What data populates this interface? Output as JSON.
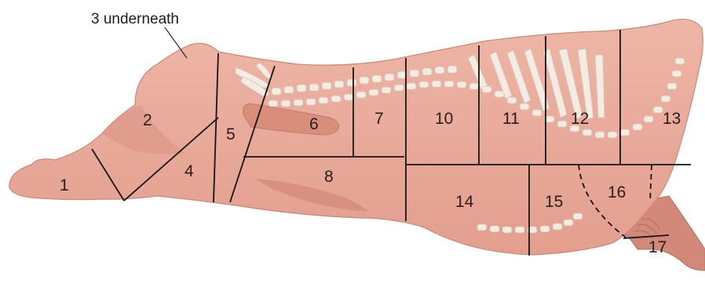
{
  "callout": {
    "text": "3 underneath"
  },
  "cuts": [
    {
      "id": "1",
      "label": "1"
    },
    {
      "id": "2",
      "label": "2"
    },
    {
      "id": "4",
      "label": "4"
    },
    {
      "id": "5",
      "label": "5"
    },
    {
      "id": "6",
      "label": "6"
    },
    {
      "id": "7",
      "label": "7"
    },
    {
      "id": "8",
      "label": "8"
    },
    {
      "id": "10",
      "label": "10"
    },
    {
      "id": "11",
      "label": "11"
    },
    {
      "id": "12",
      "label": "12"
    },
    {
      "id": "13",
      "label": "13"
    },
    {
      "id": "14",
      "label": "14"
    },
    {
      "id": "15",
      "label": "15"
    },
    {
      "id": "16",
      "label": "16"
    },
    {
      "id": "17",
      "label": "17"
    }
  ],
  "colors": {
    "meat": "#e8a898",
    "meat_dark": "#d48a7b",
    "shank": "#cf8678",
    "bone": "#f4ebe2",
    "line": "#151515"
  }
}
